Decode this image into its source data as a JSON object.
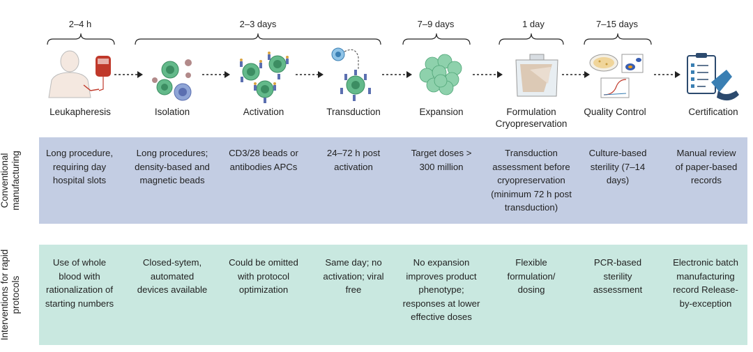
{
  "durations": [
    {
      "id": "d1",
      "label": "2–4 h"
    },
    {
      "id": "d2",
      "label": "2–3 days"
    },
    {
      "id": "d3",
      "label": "7–9 days"
    },
    {
      "id": "d4",
      "label": "1 day"
    },
    {
      "id": "d5",
      "label": "7–15 days"
    }
  ],
  "steps": [
    {
      "label": "Leukapheresis"
    },
    {
      "label": "Isolation"
    },
    {
      "label": "Activation"
    },
    {
      "label": "Transduction"
    },
    {
      "label": "Expansion"
    },
    {
      "label": "Formulation Cryopreservation"
    },
    {
      "label": "Quality Control"
    },
    {
      "label": "Certification"
    }
  ],
  "rows": {
    "conventional": {
      "title": "Conventional manufacturing",
      "cells": [
        "Long procedure, requiring day hospital slots",
        "Long procedures; density-based and magnetic beads",
        "CD3/28 beads or antibodies APCs",
        "24–72 h post activation",
        "Target doses > 300 million",
        "Transduction assessment before cryopreservation (minimum 72 h post transduction)",
        "Culture-based sterility (7–14 days)",
        "Manual review of paper-based records"
      ]
    },
    "rapid": {
      "title": "Interventions for rapid protocols",
      "cells": [
        "Use of whole blood with rationalization of starting numbers",
        "Closed-sytem, automated devices available",
        "Could be omitted with protocol optimization",
        "Same day; no activation; viral free",
        "No expansion improves product phenotype; responses at lower effective doses",
        "Flexible formulation/ dosing",
        "PCR-based sterility assessment",
        "Electronic batch manufacturing record Release-by-exception"
      ]
    }
  },
  "colors": {
    "conventional_band": "#c3cde3",
    "rapid_band": "#c9e8e0",
    "cell_green": "#63b98a",
    "blood_red": "#c0392b",
    "bead_blue": "#8fa5d6"
  },
  "icons": [
    "person-blood-bag-icon",
    "cells-beads-icon",
    "activated-cells-icon",
    "virus-transduction-icon",
    "cell-cluster-icon",
    "cryo-bag-icon",
    "qc-plots-icon",
    "checklist-icon"
  ]
}
